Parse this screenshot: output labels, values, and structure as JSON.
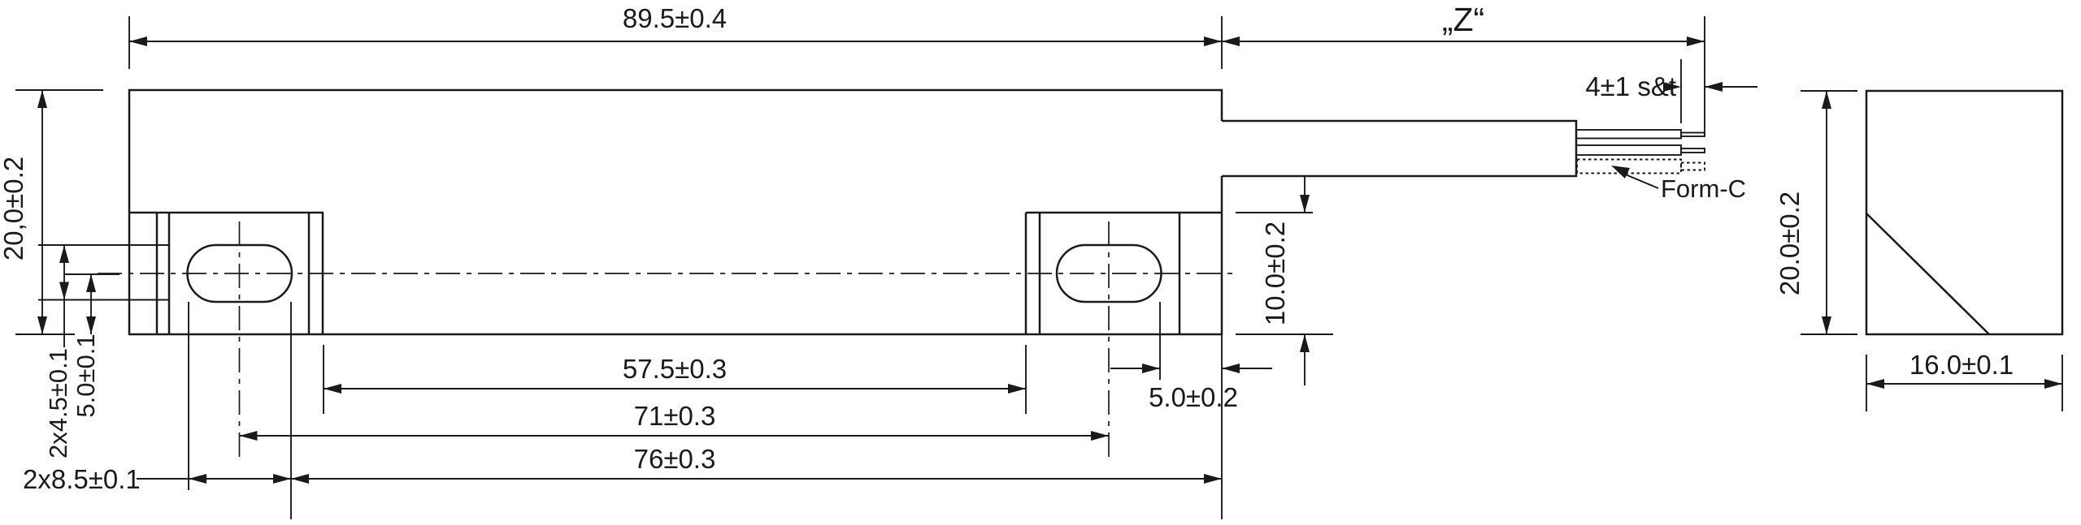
{
  "colors": {
    "line": "#1a1a1a",
    "background": "#ffffff"
  },
  "dims": {
    "overall_length": "89.5±0.4",
    "z_length": "„Z“",
    "strip_tin": "4±1 s&t",
    "form_type": "Form-C",
    "body_height": "20,0±0.2",
    "slot_width": "2x4.5±0.1",
    "axis_to_base": "5.0±0.1",
    "slot_length": "2x8.5±0.1",
    "tab_gap": "57.5±0.3",
    "slot_centers": "71±0.3",
    "slot_to_end": "76±0.3",
    "slot_edge_to_end": "5.0±0.2",
    "base_height": "10.0±0.2",
    "end_height": "20.0±0.2",
    "end_width": "16.0±0.1"
  }
}
